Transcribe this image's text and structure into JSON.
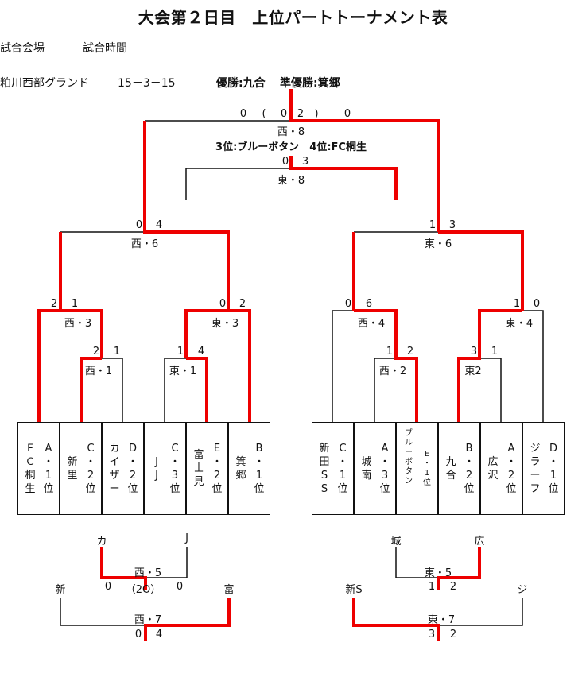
{
  "header": {
    "title": "大会第２日目　上位パートトーナメント表",
    "venue_label": "試合会場",
    "time_label": "試合時間",
    "venue": "粕川西部グランド",
    "time": "15－3－15",
    "champion": "優勝:九合",
    "runner_up": "準優勝:箕郷",
    "third_fourth": "3位:ブルーボタン　4位:FC桐生"
  },
  "colors": {
    "winner_line": "#ee0000",
    "line": "#111111"
  },
  "teams_left": [
    {
      "name": [
        "Ｆ",
        "Ｃ",
        "桐",
        "生"
      ],
      "seed": [
        "A",
        "・",
        "1",
        "位"
      ]
    },
    {
      "name": [
        "新",
        "里"
      ],
      "seed": [
        "C",
        "・",
        "2",
        "位"
      ]
    },
    {
      "name": [
        "カ",
        "イ",
        "ザ",
        "ー"
      ],
      "seed": [
        "D",
        "・",
        "2",
        "位"
      ]
    },
    {
      "name": [
        "J",
        "J"
      ],
      "seed": [
        "C",
        "・",
        "3",
        "位"
      ]
    },
    {
      "name": [
        "富",
        "士",
        "見"
      ],
      "seed": [
        "E",
        "・",
        "2",
        "位"
      ]
    },
    {
      "name": [
        "箕",
        "郷"
      ],
      "seed": [
        "B",
        "・",
        "1",
        "位"
      ]
    }
  ],
  "teams_right": [
    {
      "name": [
        "新",
        "田",
        "S",
        "S"
      ],
      "seed": [
        "C",
        "・",
        "1",
        "位"
      ]
    },
    {
      "name": [
        "城",
        "南"
      ],
      "seed": [
        "A",
        "・",
        "3",
        "位"
      ]
    },
    {
      "name": [
        "ブ",
        "ル",
        "ー",
        "ボ",
        "タ",
        "ン"
      ],
      "seed": [
        "E",
        "・",
        "1",
        "位"
      ]
    },
    {
      "name": [
        "九",
        "合"
      ],
      "seed": [
        "B",
        "・",
        "2",
        "位"
      ]
    },
    {
      "name": [
        "広",
        "沢"
      ],
      "seed": [
        "A",
        "・",
        "2",
        "位"
      ]
    },
    {
      "name": [
        "ジ",
        "ラ",
        "ー",
        "フ"
      ],
      "seed": [
        "D",
        "・",
        "1",
        "位"
      ]
    }
  ],
  "matches": {
    "final": {
      "label": "西・8",
      "score_left": "0",
      "pk_open": "(",
      "pk_left": "0",
      "pk_right": "2",
      "pk_close": ")",
      "score_right": "0"
    },
    "third": {
      "label": "東・8",
      "score_left": "0",
      "score_right": "3"
    },
    "w6": {
      "label": "西・6",
      "score_left": "0",
      "score_right": "4"
    },
    "e6": {
      "label": "東・6",
      "score_left": "1",
      "score_right": "3"
    },
    "w3": {
      "label": "西・3",
      "score_left": "2",
      "score_right": "1"
    },
    "e3": {
      "label": "東・3",
      "score_left": "0",
      "score_right": "2"
    },
    "w1": {
      "label": "西・1",
      "score_left": "2",
      "score_right": "1"
    },
    "e1": {
      "label": "東・1",
      "score_left": "1",
      "score_right": "4"
    },
    "w4": {
      "label": "西・4",
      "score_left": "0",
      "score_right": "6"
    },
    "e4": {
      "label": "東・4",
      "score_left": "1",
      "score_right": "0"
    },
    "w2": {
      "label": "西・2",
      "score_left": "1",
      "score_right": "2"
    },
    "e2": {
      "label": "東2",
      "score_left": "3",
      "score_right": "1"
    },
    "w5": {
      "label": "西・5",
      "team_left": "カ",
      "team_right": "J",
      "score_left": "0",
      "pk": "（2O）",
      "score_right": "0"
    },
    "w7": {
      "label": "西・7",
      "team_left": "新",
      "team_right": "富",
      "score_left": "0",
      "score_right": "4"
    },
    "e5": {
      "label": "東・5",
      "team_left": "城",
      "team_right": "広",
      "score_left": "1",
      "score_right": "2"
    },
    "e7": {
      "label": "東・7",
      "team_left": "新S",
      "team_right": "ジ",
      "score_left": "3",
      "score_right": "2"
    }
  }
}
